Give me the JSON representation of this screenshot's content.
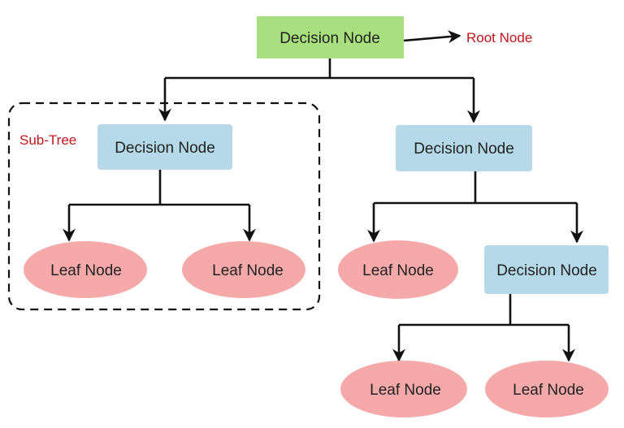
{
  "colors": {
    "root_fill": "#a9e07f",
    "decision_fill": "#b5d9e8",
    "leaf_fill": "#f5a9a9",
    "annotation_text": "#c0161b",
    "edge": "#111111",
    "subtree_border": "#111111"
  },
  "root": {
    "label": "Decision Node",
    "annotation": "Root Node"
  },
  "subtree": {
    "label": "Sub-Tree"
  },
  "left_decision": {
    "label": "Decision Node"
  },
  "right_decision": {
    "label": "Decision Node"
  },
  "inner_decision": {
    "label": "Decision Node"
  },
  "leaves": [
    {
      "label": "Leaf Node"
    },
    {
      "label": "Leaf Node"
    },
    {
      "label": "Leaf Node"
    },
    {
      "label": "Leaf Node"
    },
    {
      "label": "Leaf Node"
    }
  ]
}
